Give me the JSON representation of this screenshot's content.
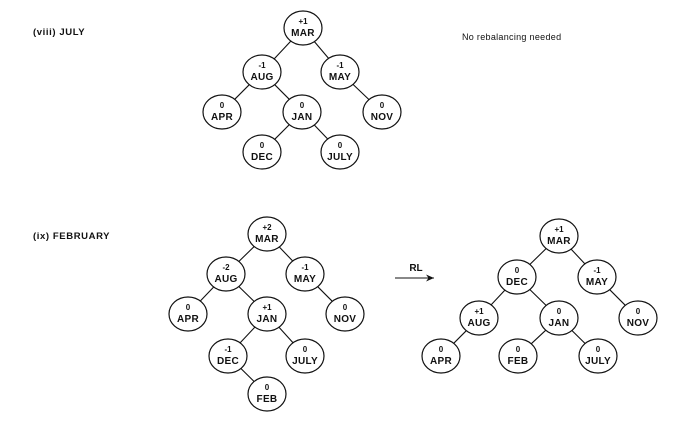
{
  "section_viii": {
    "heading": "(viii) JULY",
    "note": "No rebalancing needed"
  },
  "section_ix": {
    "heading": "(ix) FEBRUARY",
    "rotation_label": "RL"
  },
  "trees": [
    {
      "id": "tree-july",
      "nodes": [
        {
          "id": "MAR",
          "name": "MAR",
          "bf": "+1"
        },
        {
          "id": "AUG",
          "name": "AUG",
          "bf": "-1"
        },
        {
          "id": "MAY",
          "name": "MAY",
          "bf": "-1"
        },
        {
          "id": "APR",
          "name": "APR",
          "bf": "0"
        },
        {
          "id": "JAN",
          "name": "JAN",
          "bf": "0"
        },
        {
          "id": "NOV",
          "name": "NOV",
          "bf": "0"
        },
        {
          "id": "DEC",
          "name": "DEC",
          "bf": "0"
        },
        {
          "id": "JULY",
          "name": "JULY",
          "bf": "0"
        }
      ],
      "edges": [
        [
          "MAR",
          "AUG"
        ],
        [
          "MAR",
          "MAY"
        ],
        [
          "AUG",
          "APR"
        ],
        [
          "AUG",
          "JAN"
        ],
        [
          "MAY",
          "NOV"
        ],
        [
          "JAN",
          "DEC"
        ],
        [
          "JAN",
          "JULY"
        ]
      ]
    },
    {
      "id": "tree-feb-before",
      "nodes": [
        {
          "id": "MAR",
          "name": "MAR",
          "bf": "+2"
        },
        {
          "id": "AUG",
          "name": "AUG",
          "bf": "-2"
        },
        {
          "id": "MAY",
          "name": "MAY",
          "bf": "-1"
        },
        {
          "id": "APR",
          "name": "APR",
          "bf": "0"
        },
        {
          "id": "JAN",
          "name": "JAN",
          "bf": "+1"
        },
        {
          "id": "NOV",
          "name": "NOV",
          "bf": "0"
        },
        {
          "id": "DEC",
          "name": "DEC",
          "bf": "-1"
        },
        {
          "id": "JULY",
          "name": "JULY",
          "bf": "0"
        },
        {
          "id": "FEB",
          "name": "FEB",
          "bf": "0"
        }
      ],
      "edges": [
        [
          "MAR",
          "AUG"
        ],
        [
          "MAR",
          "MAY"
        ],
        [
          "AUG",
          "APR"
        ],
        [
          "AUG",
          "JAN"
        ],
        [
          "MAY",
          "NOV"
        ],
        [
          "JAN",
          "DEC"
        ],
        [
          "JAN",
          "JULY"
        ],
        [
          "DEC",
          "FEB"
        ]
      ]
    },
    {
      "id": "tree-feb-after",
      "nodes": [
        {
          "id": "MAR",
          "name": "MAR",
          "bf": "+1"
        },
        {
          "id": "DEC",
          "name": "DEC",
          "bf": "0"
        },
        {
          "id": "MAY",
          "name": "MAY",
          "bf": "-1"
        },
        {
          "id": "AUG",
          "name": "AUG",
          "bf": "+1"
        },
        {
          "id": "JAN",
          "name": "JAN",
          "bf": "0"
        },
        {
          "id": "NOV",
          "name": "NOV",
          "bf": "0"
        },
        {
          "id": "APR",
          "name": "APR",
          "bf": "0"
        },
        {
          "id": "FEB",
          "name": "FEB",
          "bf": "0"
        },
        {
          "id": "JULY",
          "name": "JULY",
          "bf": "0"
        }
      ],
      "edges": [
        [
          "MAR",
          "DEC"
        ],
        [
          "MAR",
          "MAY"
        ],
        [
          "DEC",
          "AUG"
        ],
        [
          "DEC",
          "JAN"
        ],
        [
          "MAY",
          "NOV"
        ],
        [
          "AUG",
          "APR"
        ],
        [
          "JAN",
          "FEB"
        ],
        [
          "JAN",
          "JULY"
        ]
      ]
    }
  ]
}
